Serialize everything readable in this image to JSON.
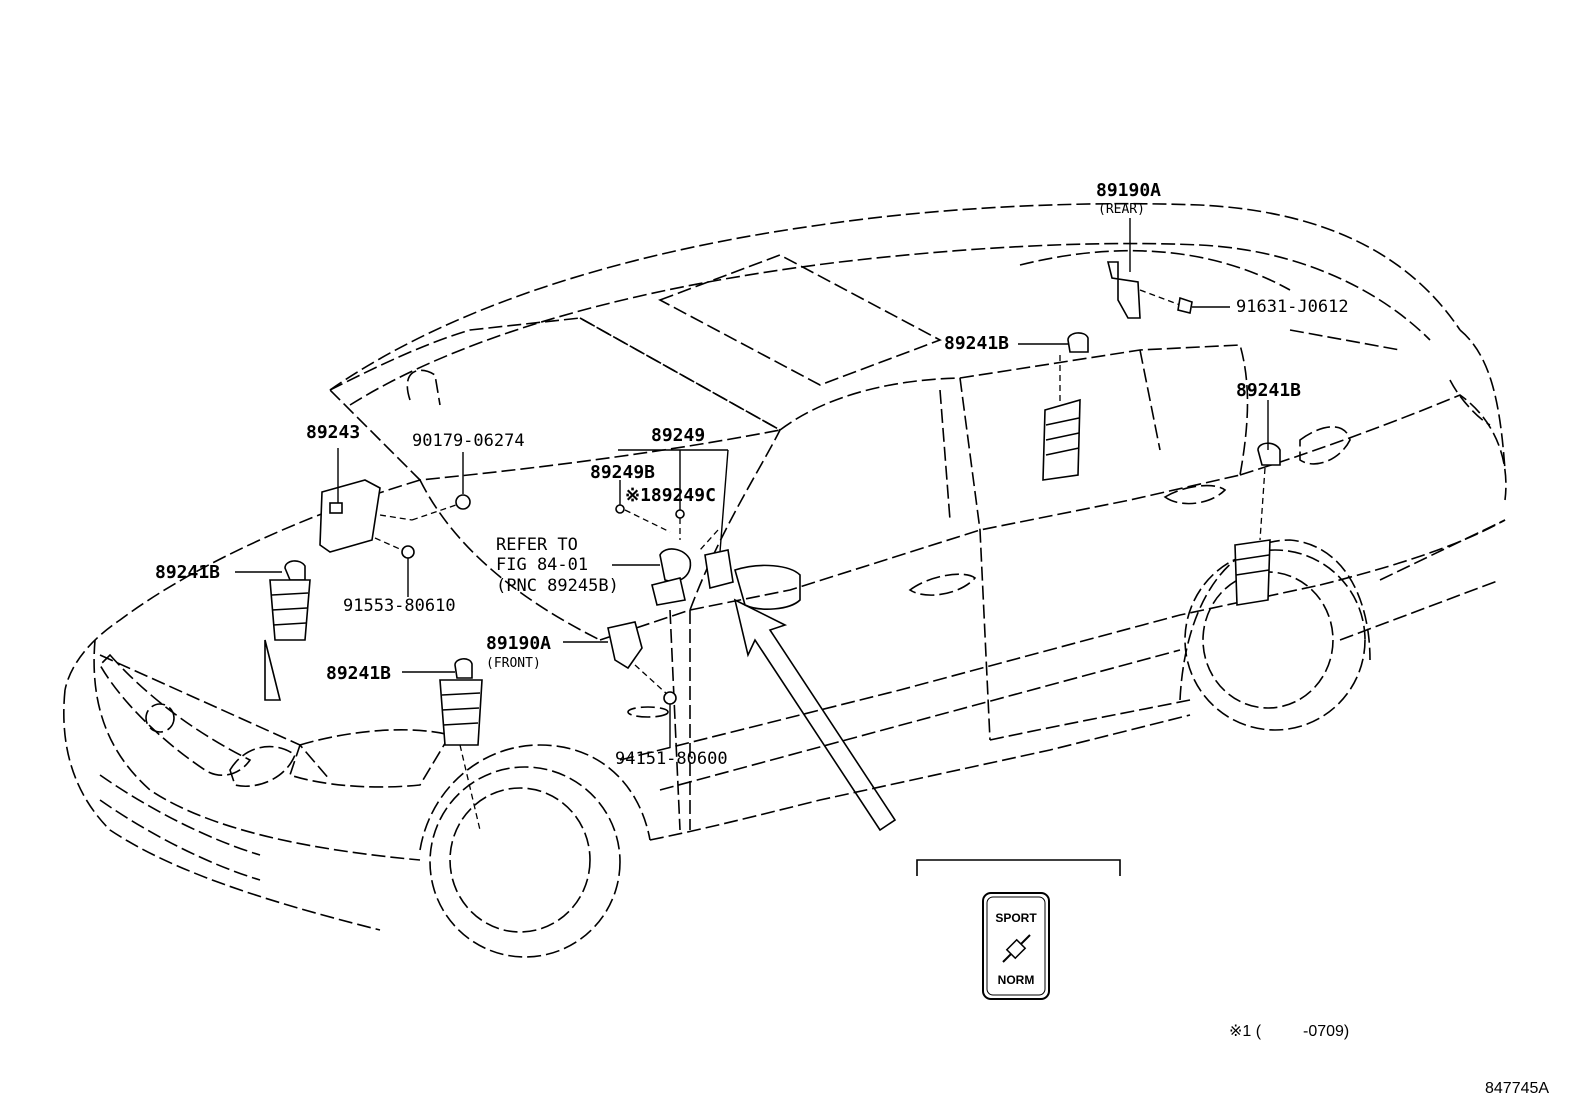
{
  "diagram_id": "847745A",
  "footnote": {
    "mark": "※1 (",
    "range": "-0709)"
  },
  "switch": {
    "top_label": "SPORT",
    "bottom_label": "NORM"
  },
  "refer": {
    "line1": "REFER TO",
    "line2": "FIG 84-01",
    "line3": "(PNC 89245B)"
  },
  "callouts": {
    "p89190a_rear": "89190A",
    "p89190a_rear_note": "(REAR)",
    "p91631": "91631-J0612",
    "p89241b_rear_top": "89241B",
    "p89241b_rear_right": "89241B",
    "p89249": "89249",
    "p89249b": "89249B",
    "p89249c": "※189249C",
    "p89243": "89243",
    "p90179": "90179-06274",
    "p89241b_front_left": "89241B",
    "p91553": "91553-80610",
    "p89190a_front": "89190A",
    "p89190a_front_note": "(FRONT)",
    "p89241b_front_right": "89241B",
    "p94151": "94151-80600"
  }
}
